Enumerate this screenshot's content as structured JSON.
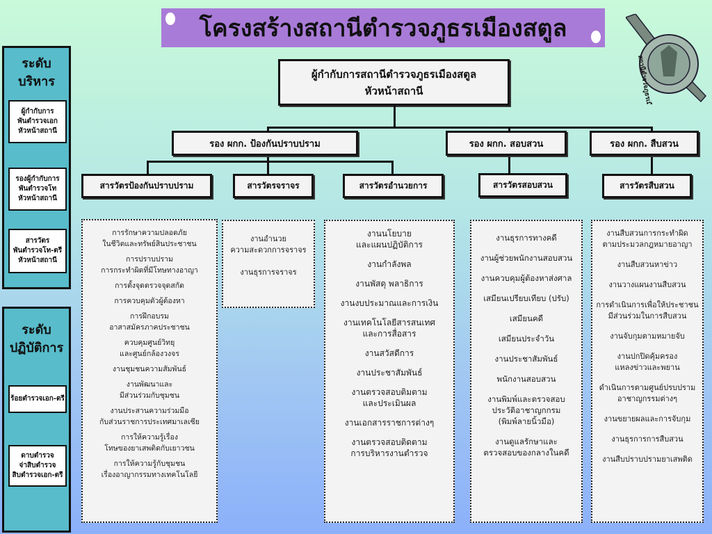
{
  "title": "โครงสร้างสถานีตำรวจภูธรเมืองสตูล",
  "logo_text": "สถานีตำรวจภูธรเมืองสตูล",
  "chief": {
    "line1": "ผู้กำกับการสถานีตำรวจภูธรเมืองสตูล",
    "line2": "หัวหน้าสถานี"
  },
  "deputies": [
    "รอง ผกก. ป้องกันปราบปราม",
    "รอง ผกก. สอบสวน",
    "รอง ผกก. สืบสวน"
  ],
  "offices": [
    "สารวัตรป้องกันปราบปราม",
    "สารวัตรจราจร",
    "สารวัตรอำนวยการ",
    "สารวัตรสอบสวน",
    "สารวัตรสืบสวน"
  ],
  "sidebar": {
    "admin": {
      "heading": "ระดับ\nบริหาร",
      "items": [
        "ผู้กำกับการ\nพันตำรวจเอก\nหัวหน้าสถานี",
        "รองผู้กำกับการ\nพันตำรวจโท\nหัวหน้าสถานี",
        "สารวัตร\nพันตำรวจโท-ตรี\nหัวหน้าสถานี"
      ]
    },
    "ops": {
      "heading": "ระดับ\nปฏิบัติการ",
      "items": [
        "ร้อยตำรวจเอก-ตรี",
        "ดาบตำรวจ\nจ่าสิบตำรวจ\nสิบตำรวจเอก-ตรี"
      ]
    }
  },
  "duties": {
    "prevention": [
      "การรักษาความปลอดภัย\nในชีวิตและทรัพย์สินประชาชน",
      "การปราบปราม\nการกระทำผิดที่มีโทษทางอาญา",
      "การตั้งจุดตรวจจุดสกัด",
      "การควบคุมตัวผู้ต้องหา",
      "การฝึกอบรม\nอาสาสมัครภาคประชาชน",
      "ควบคุมศูนย์วิทยุ\nและศูนย์กล้องวงจร",
      "งานชุมชนความสัมพันธ์",
      "งานพัฒนาและ\nมีส่วนร่วมกับชุมชน",
      "งานประสานความร่วมมือ\nกับส่วนราชการประเทศมาเลเซีย",
      "การให้ความรู้เรื่อง\nโทษของยาเสพติดกับเยาวชน",
      "การให้ความรู้กับชุมชน\nเรื่องอาญากรรมทางเทคโนโลยี"
    ],
    "traffic": [
      "งานอำนวย\nความสะดวกการจราจร",
      "งานธุรการจราจร"
    ],
    "admin": [
      "งานนโยบาย\nและแผนปฏิบัติการ",
      "งานกำลังพล",
      "งานพัสดุ พลาธิการ",
      "งานงบประมาณและการเงิน",
      "งานเทคโนโลยีสารสนเทศ\nและการสื่อสาร",
      "งานสวัสดีการ",
      "งานประชาสัมพันธ์",
      "งานตรวจสอบติมตาม\nและประเมินผล",
      "งานเอกสารราชการต่างๆ",
      "งานตรวจสอบติดตาม\nการบริหารงานตำรวจ"
    ],
    "inquiry": [
      "งานธุรการทางคดี",
      "งานผู้ช่วยพนักงานสอบสวน",
      "งานควบคุมผู้ต้องหาส่งศาล",
      "เสมียนเปรียบเทียบ (ปรับ)",
      "เสมียนคดี",
      "เสมียนประจำวัน",
      "งานประชาสัมพันธ์",
      "พนักงานสอบสวน",
      "งานพิมพ์และตรวจสอบ\nประวัติอาชาญกกรม\n(พิมพ์ลายนิ้วมือ)",
      "งานดูแลรักษาและ\nตรวจสอบของกลางในคดี"
    ],
    "investigation": [
      "งานสืบสวนการกระทำผิด\nตามประมวลกฎหมายอาญา",
      "งานสืบสวนหาข่าว",
      "งานวางแผนงานสืบสวน",
      "การดำเนินการเพื่อให้ประชาชน\nมีส่วนร่วมในการสืบสวน",
      "งานจับกุมตามหมายจับ",
      "งานปกปิดคุ้มครอง\nแหลงข่าวและพยาน",
      "ดำเนินการตามศูนย์ปรบปราม\nอาชาญกรรมต่างๆ",
      "งานขยายผลและการจับกุม",
      "งานธุรการการสืบสวน",
      "งานสืบปราบปรามยาเสพติด"
    ]
  }
}
